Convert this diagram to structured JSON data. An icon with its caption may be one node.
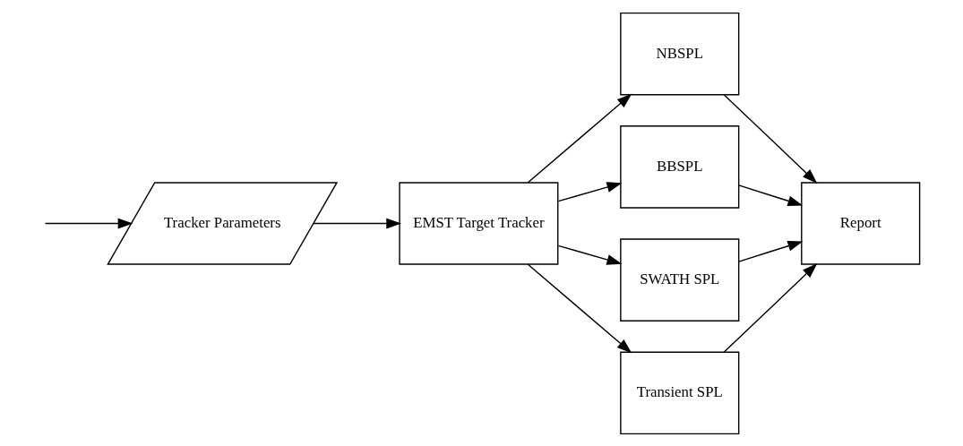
{
  "diagram": {
    "nodes": [
      {
        "text": [
          "Tracker Parameters"
        ]
      },
      {
        "text": [
          "EMST Target Tracker"
        ]
      },
      {
        "text": [
          "NBSPL"
        ]
      },
      {
        "text": [
          "BBSPL"
        ]
      },
      {
        "text": [
          "SWATH SPL"
        ]
      },
      {
        "text": [
          "Transient SPL"
        ]
      },
      {
        "text": [
          "Report"
        ]
      }
    ],
    "edges": [
      {
        "from": null,
        "to": 0,
        "arrow": "to"
      },
      {
        "from": 0,
        "to": 1,
        "arrow": "to"
      },
      {
        "from": 1,
        "to": 2,
        "arrow": "to"
      },
      {
        "from": 1,
        "to": 3,
        "arrow": "to"
      },
      {
        "from": 1,
        "to": 4,
        "arrow": "to"
      },
      {
        "from": 1,
        "to": 5,
        "arrow": "to"
      },
      {
        "from": 2,
        "to": 6,
        "arrow": "to"
      },
      {
        "from": 3,
        "to": 6,
        "arrow": "to"
      },
      {
        "from": 4,
        "to": 6,
        "arrow": "to"
      },
      {
        "from": 5,
        "to": 6,
        "arrow": "to"
      }
    ]
  }
}
